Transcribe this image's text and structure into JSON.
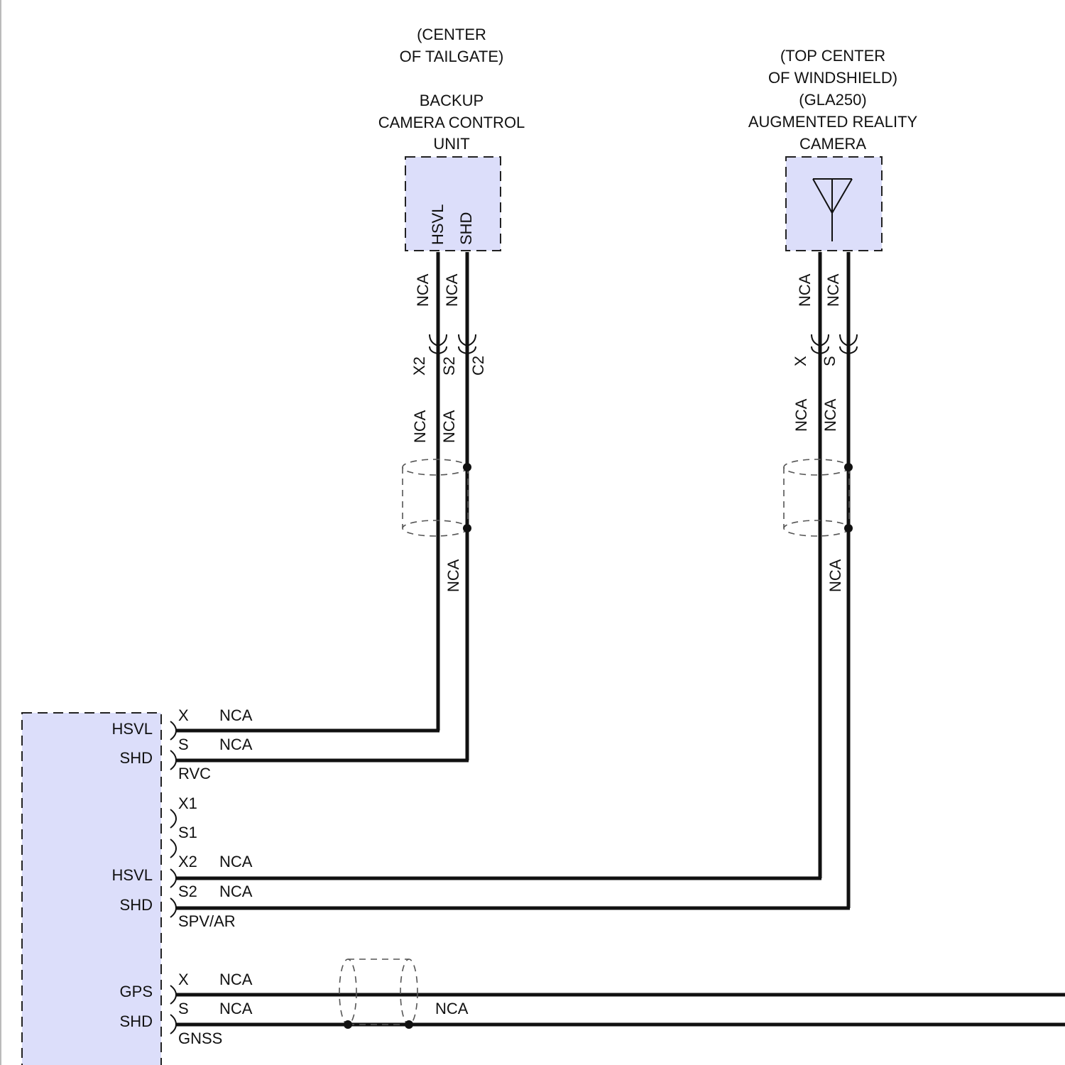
{
  "colors": {
    "component_fill": "#dcdefa",
    "wire": "#111111",
    "background": "#ffffff"
  },
  "backup_camera": {
    "location": [
      "(CENTER",
      "OF TAILGATE)"
    ],
    "name": [
      "BACKUP",
      "CAMERA CONTROL",
      "UNIT"
    ],
    "pins": [
      "HSVL",
      "SHD"
    ],
    "wire_labels": {
      "upper_left": "NCA",
      "upper_right": "NCA",
      "lower_left": "NCA",
      "lower_right": "NCA",
      "after_shield": "NCA"
    },
    "connector_labels": [
      "X2",
      "S2",
      "C2"
    ]
  },
  "ar_camera": {
    "location": [
      "(TOP CENTER",
      "OF WINDSHIELD)",
      "(GLA250)"
    ],
    "name": [
      "AUGMENTED REALITY",
      "CAMERA"
    ],
    "icon": "antenna-icon",
    "wire_labels": {
      "upper_left": "NCA",
      "upper_right": "NCA",
      "lower_left": "NCA",
      "lower_right": "NCA",
      "after_shield": "NCA"
    },
    "connector_labels": [
      "X",
      "S"
    ]
  },
  "main_unit": {
    "groups": {
      "rvc": {
        "pins": [
          "HSVL",
          "SHD"
        ],
        "terms": [
          "X",
          "S"
        ],
        "wire_labels": [
          "NCA",
          "NCA"
        ],
        "name": "RVC"
      },
      "spv": {
        "pins": [
          "HSVL",
          "SHD"
        ],
        "terms": [
          "X1",
          "S1",
          "X2",
          "S2"
        ],
        "wire_labels": [
          "NCA",
          "NCA"
        ],
        "name": "SPV/AR"
      },
      "gnss": {
        "pins": [
          "GPS",
          "SHD"
        ],
        "terms": [
          "X",
          "S"
        ],
        "wire_labels": [
          "NCA",
          "NCA",
          "NCA"
        ],
        "name": "GNSS"
      }
    }
  }
}
